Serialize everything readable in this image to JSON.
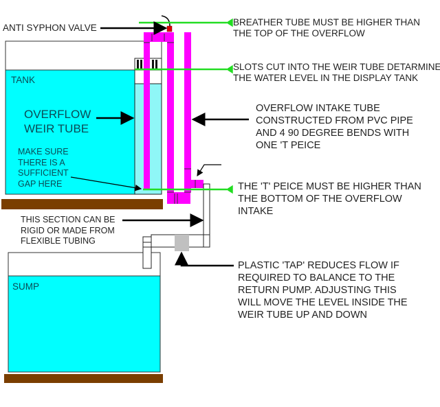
{
  "colors": {
    "water": "#00ffff",
    "weir_water": "#8ff7f7",
    "pipe": "#ff00ff",
    "stand": "#7a3e00",
    "level_line": "#22dd22",
    "valve": "#dd0000",
    "tap": "#c0c0c0"
  },
  "labels": {
    "anti_syphon": "ANTI SYPHON VALVE",
    "tank": "TANK",
    "overflow_weir": [
      "OVERFLOW",
      "WEIR TUBE"
    ],
    "make_sure": [
      "MAKE SURE",
      "THERE IS A",
      "SUFFICIENT",
      "GAP HERE"
    ],
    "breather": [
      "BREATHER TUBE MUST BE HIGHER THAN",
      "THE TOP OF THE OVERFLOW"
    ],
    "slots": [
      "SLOTS CUT INTO THE WEIR TUBE DETARMINE",
      "THE WATER LEVEL IN THE DISPLAY TANK"
    ],
    "intake_tube": [
      "OVERFLOW  INTAKE TUBE",
      "CONSTRUCTED FROM PVC PIPE",
      "AND 4 90 DEGREE BENDS WITH",
      "ONE 'T PEICE"
    ],
    "t_peice": [
      "THE 'T' PEICE MUST BE HIGHER THAN",
      "THE BOTTOM OF THE OVERFLOW",
      "INTAKE"
    ],
    "section": [
      "THIS SECTION CAN BE",
      "RIGID OR MADE FROM",
      "FLEXIBLE TUBING"
    ],
    "sump": "SUMP",
    "tap": [
      "PLASTIC 'TAP' REDUCES FLOW IF",
      "REQUIRED TO BALANCE TO THE",
      "RETURN PUMP. ADJUSTING THIS",
      "WILL MOVE THE LEVEL INSIDE THE",
      "WEIR TUBE UP AND DOWN"
    ]
  }
}
